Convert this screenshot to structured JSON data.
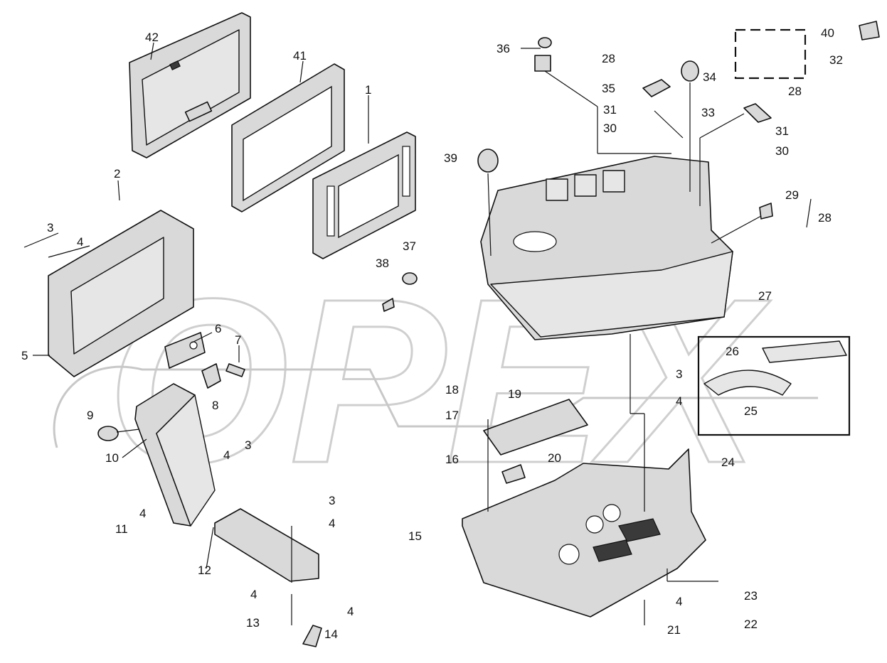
{
  "diagram": {
    "labels": [
      {
        "id": "1",
        "text": "1"
      },
      {
        "id": "2",
        "text": "2"
      },
      {
        "id": "3a",
        "text": "3"
      },
      {
        "id": "4a",
        "text": "4"
      },
      {
        "id": "5",
        "text": "5"
      },
      {
        "id": "6",
        "text": "6"
      },
      {
        "id": "7",
        "text": "7"
      },
      {
        "id": "8",
        "text": "8"
      },
      {
        "id": "9",
        "text": "9"
      },
      {
        "id": "10",
        "text": "10"
      },
      {
        "id": "4b",
        "text": "4"
      },
      {
        "id": "3b",
        "text": "3"
      },
      {
        "id": "4c",
        "text": "4"
      },
      {
        "id": "11",
        "text": "11"
      },
      {
        "id": "3c",
        "text": "3"
      },
      {
        "id": "4d",
        "text": "4"
      },
      {
        "id": "12",
        "text": "12"
      },
      {
        "id": "4e",
        "text": "4"
      },
      {
        "id": "4f",
        "text": "4"
      },
      {
        "id": "13",
        "text": "13"
      },
      {
        "id": "14",
        "text": "14"
      },
      {
        "id": "41",
        "text": "41"
      },
      {
        "id": "42",
        "text": "42"
      },
      {
        "id": "38",
        "text": "38"
      },
      {
        "id": "37",
        "text": "37"
      },
      {
        "id": "39",
        "text": "39"
      },
      {
        "id": "36",
        "text": "36"
      },
      {
        "id": "28a",
        "text": "28"
      },
      {
        "id": "35",
        "text": "35"
      },
      {
        "id": "34",
        "text": "34"
      },
      {
        "id": "31a",
        "text": "31"
      },
      {
        "id": "30a",
        "text": "30"
      },
      {
        "id": "32",
        "text": "32"
      },
      {
        "id": "40",
        "text": "40"
      },
      {
        "id": "28b",
        "text": "28"
      },
      {
        "id": "33",
        "text": "33"
      },
      {
        "id": "31b",
        "text": "31"
      },
      {
        "id": "30b",
        "text": "30"
      },
      {
        "id": "29",
        "text": "29"
      },
      {
        "id": "28c",
        "text": "28"
      },
      {
        "id": "27",
        "text": "27"
      },
      {
        "id": "26",
        "text": "26"
      },
      {
        "id": "25",
        "text": "25"
      },
      {
        "id": "3d",
        "text": "3"
      },
      {
        "id": "4g",
        "text": "4"
      },
      {
        "id": "18",
        "text": "18"
      },
      {
        "id": "19",
        "text": "19"
      },
      {
        "id": "17",
        "text": "17"
      },
      {
        "id": "16",
        "text": "16"
      },
      {
        "id": "20",
        "text": "20"
      },
      {
        "id": "24",
        "text": "24"
      },
      {
        "id": "15",
        "text": "15"
      },
      {
        "id": "4h",
        "text": "4"
      },
      {
        "id": "23",
        "text": "23"
      },
      {
        "id": "21",
        "text": "21"
      },
      {
        "id": "22",
        "text": "22"
      }
    ],
    "watermark": "OPEX"
  }
}
